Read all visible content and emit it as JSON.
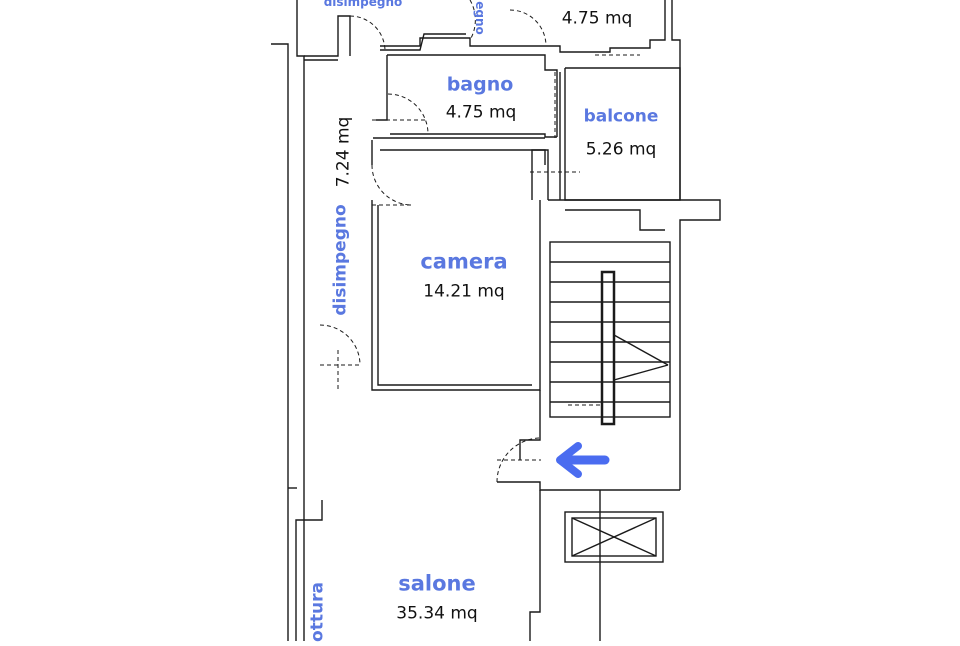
{
  "rooms": {
    "disimpegno_top": {
      "name": "disimpegno"
    },
    "top_room_partial": {
      "name": "egno"
    },
    "top_room": {
      "area": "4.75 mq"
    },
    "bagno": {
      "name": "bagno",
      "area": "4.75 mq"
    },
    "balcone": {
      "name": "balcone",
      "area": "5.26 mq"
    },
    "disimpegno_corridor": {
      "name": "disimpegno",
      "area": "7.24 mq"
    },
    "camera": {
      "name": "camera",
      "area": "14.21 mq"
    },
    "salone": {
      "name": "salone",
      "area": "35.34 mq"
    },
    "cucina_partial": {
      "name": "ottura"
    }
  },
  "colors": {
    "label_blue": "#5a78e0",
    "arrow_blue": "#4a6cf0",
    "wall": "#1a1a1a"
  },
  "icons": {
    "entrance_arrow": "arrow-left-icon"
  }
}
